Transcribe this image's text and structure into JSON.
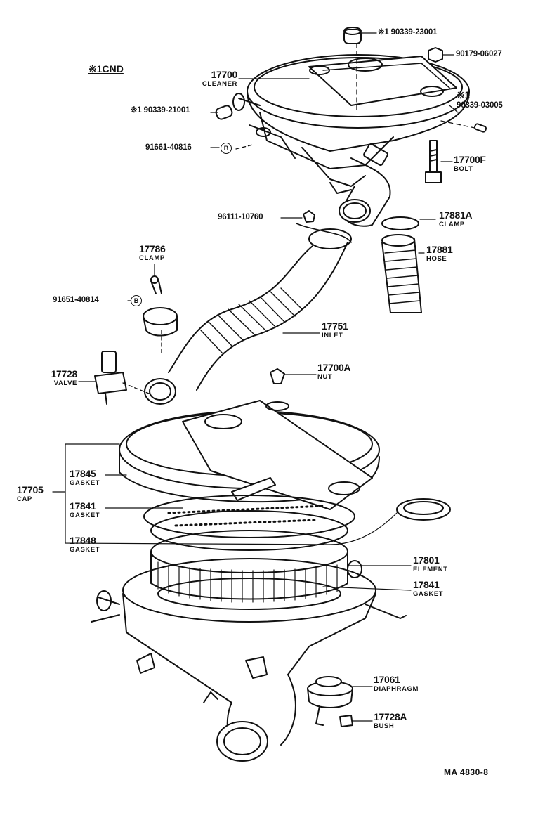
{
  "note": "※1CND",
  "footer": "MA 4830-8",
  "callouts": {
    "p90339_23001": "※1 90339-23001",
    "p90179_06027": "90179-06027",
    "p17700": {
      "num": "17700",
      "name": "CLEANER"
    },
    "p90339_03005": {
      "mark": "※1",
      "num": "90339-03005"
    },
    "p90339_21001": "※1 90339-21001",
    "p91661_40816": "91661-40816",
    "p17700F": {
      "num": "17700F",
      "name": "BOLT"
    },
    "p96111_10760": "96111-10760",
    "p17881A": {
      "num": "17881A",
      "name": "CLAMP"
    },
    "p17786": {
      "num": "17786",
      "name": "CLAMP"
    },
    "p17881": {
      "num": "17881",
      "name": "HOSE"
    },
    "p91651_40814": "91651-40814",
    "p17751": {
      "num": "17751",
      "name": "INLET"
    },
    "p17728": {
      "num": "17728",
      "name": "VALVE"
    },
    "p17700A": {
      "num": "17700A",
      "name": "NUT"
    },
    "p17845": {
      "num": "17845",
      "name": "GASKET"
    },
    "p17705": {
      "num": "17705",
      "name": "CAP"
    },
    "p17841a": {
      "num": "17841",
      "name": "GASKET"
    },
    "p17848": {
      "num": "17848",
      "name": "GASKET"
    },
    "p17801": {
      "num": "17801",
      "name": "ELEMENT"
    },
    "p17841b": {
      "num": "17841",
      "name": "GASKET"
    },
    "p17061": {
      "num": "17061",
      "name": "DIAPHRAGM"
    },
    "p17728A": {
      "num": "17728A",
      "name": "BUSH"
    }
  },
  "marker": "B"
}
